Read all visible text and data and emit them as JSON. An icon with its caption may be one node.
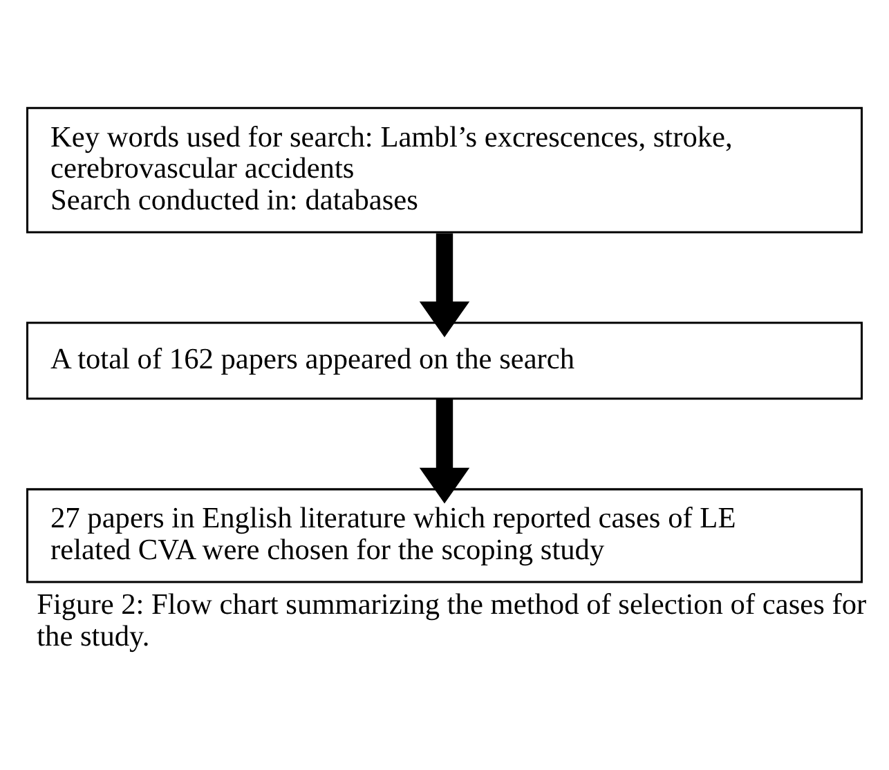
{
  "diagram": {
    "caption": "Figure 2: Flow chart summarizing the method of selection of cases for the study.",
    "nodes": [
      {
        "text": [
          "Key words used for search: Lambl’s excrescences, stroke, cerebrovascular accidents",
          "Search conducted in: databases"
        ]
      },
      {
        "text": [
          "A total of 162 papers appeared on the search"
        ]
      },
      {
        "text": [
          "27 papers in English literature which reported cases of LE related CVA were chosen for the scoping study"
        ]
      }
    ],
    "edges": [
      {
        "from": 0,
        "to": 1,
        "arrow": "to"
      },
      {
        "from": 1,
        "to": 2,
        "arrow": "to"
      }
    ]
  }
}
